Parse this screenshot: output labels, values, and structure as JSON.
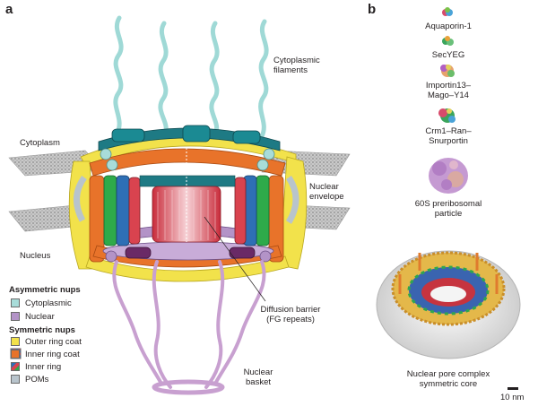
{
  "panel_a": {
    "letter": "a",
    "labels": {
      "cytoplasmic_filaments_l1": "Cytoplasmic",
      "cytoplasmic_filaments_l2": "filaments",
      "cytoplasm": "Cytoplasm",
      "nuclear_envelope_l1": "Nuclear",
      "nuclear_envelope_l2": "envelope",
      "nucleus": "Nucleus",
      "diffusion_barrier_l1": "Diffusion barrier",
      "diffusion_barrier_l2": "(FG repeats)",
      "nuclear_basket_l1": "Nuclear",
      "nuclear_basket_l2": "basket"
    },
    "legend": {
      "asym_title": "Asymmetric nups",
      "asym_items": [
        {
          "label": "Cytoplasmic",
          "color": "#a8dcd9"
        },
        {
          "label": "Nuclear",
          "color": "#b393c7"
        }
      ],
      "sym_title": "Symmetric nups",
      "sym_items": [
        {
          "label": "Outer ring coat",
          "color": "#f2e24b"
        },
        {
          "label": "Inner ring coat",
          "color": "#e8732a"
        },
        {
          "label": "Inner ring",
          "color": "striped"
        },
        {
          "label": "POMs",
          "color": "#b8c4cc"
        }
      ]
    }
  },
  "panel_b": {
    "letter": "b",
    "items": [
      {
        "l1": "Aquaporin-1",
        "l2": ""
      },
      {
        "l1": "SecYEG",
        "l2": ""
      },
      {
        "l1": "Importin13–",
        "l2": "Mago–Y14"
      },
      {
        "l1": "Crm1–Ran–",
        "l2": "Snurportin"
      },
      {
        "l1": "60S preribosomal",
        "l2": "particle"
      }
    ],
    "core_label_l1": "Nuclear pore complex",
    "core_label_l2": "symmetric core",
    "scale_label": "10 nm"
  }
}
